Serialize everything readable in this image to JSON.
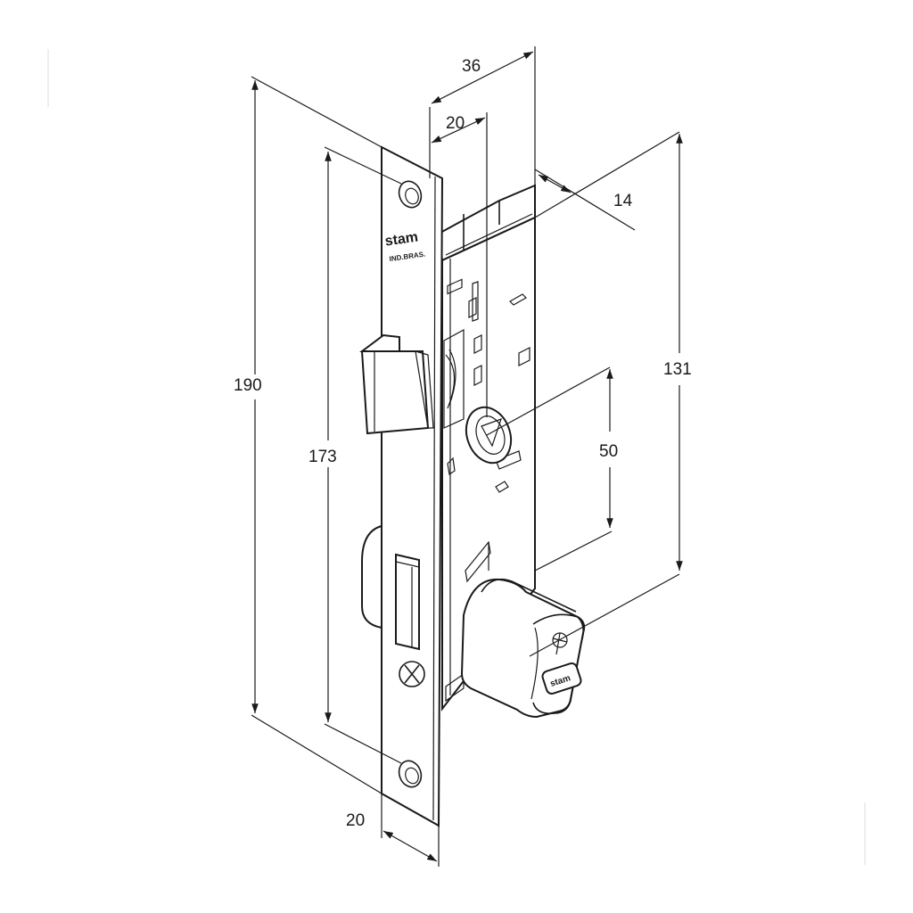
{
  "dimensions": {
    "overall_height": "190",
    "inner_height": "173",
    "backset": "36",
    "width_20_top": "20",
    "depth": "14",
    "spacing_131": "131",
    "spacing_50": "50",
    "faceplate_width": "20"
  },
  "brand": {
    "logo_text": "stam",
    "origin_text": "IND.BRAS."
  }
}
